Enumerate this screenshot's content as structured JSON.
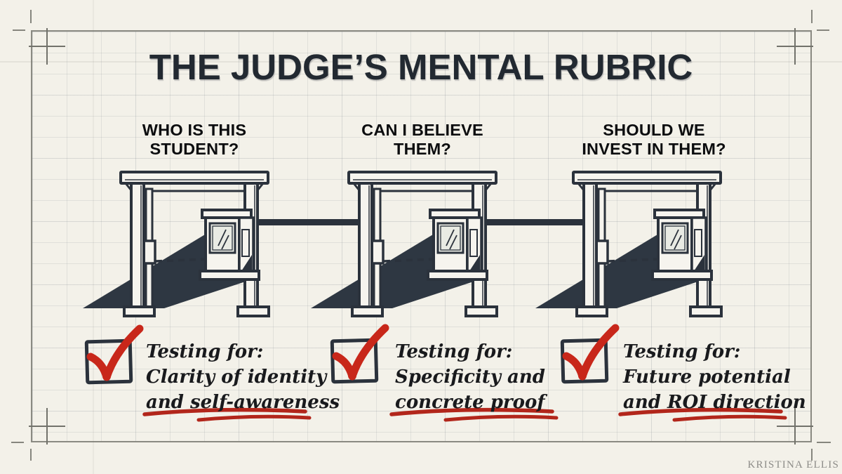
{
  "title": "THE JUDGE’S MENTAL RUBRIC",
  "watermark": "KRISTINA ELLIS",
  "columns": [
    {
      "question": [
        "WHO IS THIS",
        "STUDENT?"
      ],
      "testing": [
        "Testing for:",
        "Clarity of identity",
        "and self-awareness"
      ]
    },
    {
      "question": [
        "CAN I BELIEVE",
        "THEM?"
      ],
      "testing": [
        "Testing for:",
        "Specificity and",
        "concrete proof"
      ]
    },
    {
      "question": [
        "SHOULD WE",
        "INVEST IN THEM?"
      ],
      "testing": [
        "Testing for:",
        "Future potential",
        "and ROI direction"
      ]
    }
  ],
  "icons": {
    "checkbox": "red-check-in-hand-drawn-box",
    "illustration": "toll-booth-gate-with-road",
    "underline": "red-hand-drawn-underline",
    "corner": "plus-registration-mark"
  },
  "colors": {
    "background": "#f3f1e9",
    "frame": "#8a8a82",
    "title": "#222931",
    "question": "#0c0d0f",
    "testing_text": "#191a1d",
    "ink": "#2b323c",
    "paper": "#f6f4ee",
    "road": "#2e3742",
    "window_glass": "#e9ebe4",
    "check_red": "#c8271a",
    "underline_red": "#b2261b",
    "registration_gray": "#72726b",
    "watermark_gray": "#8d8c88"
  }
}
